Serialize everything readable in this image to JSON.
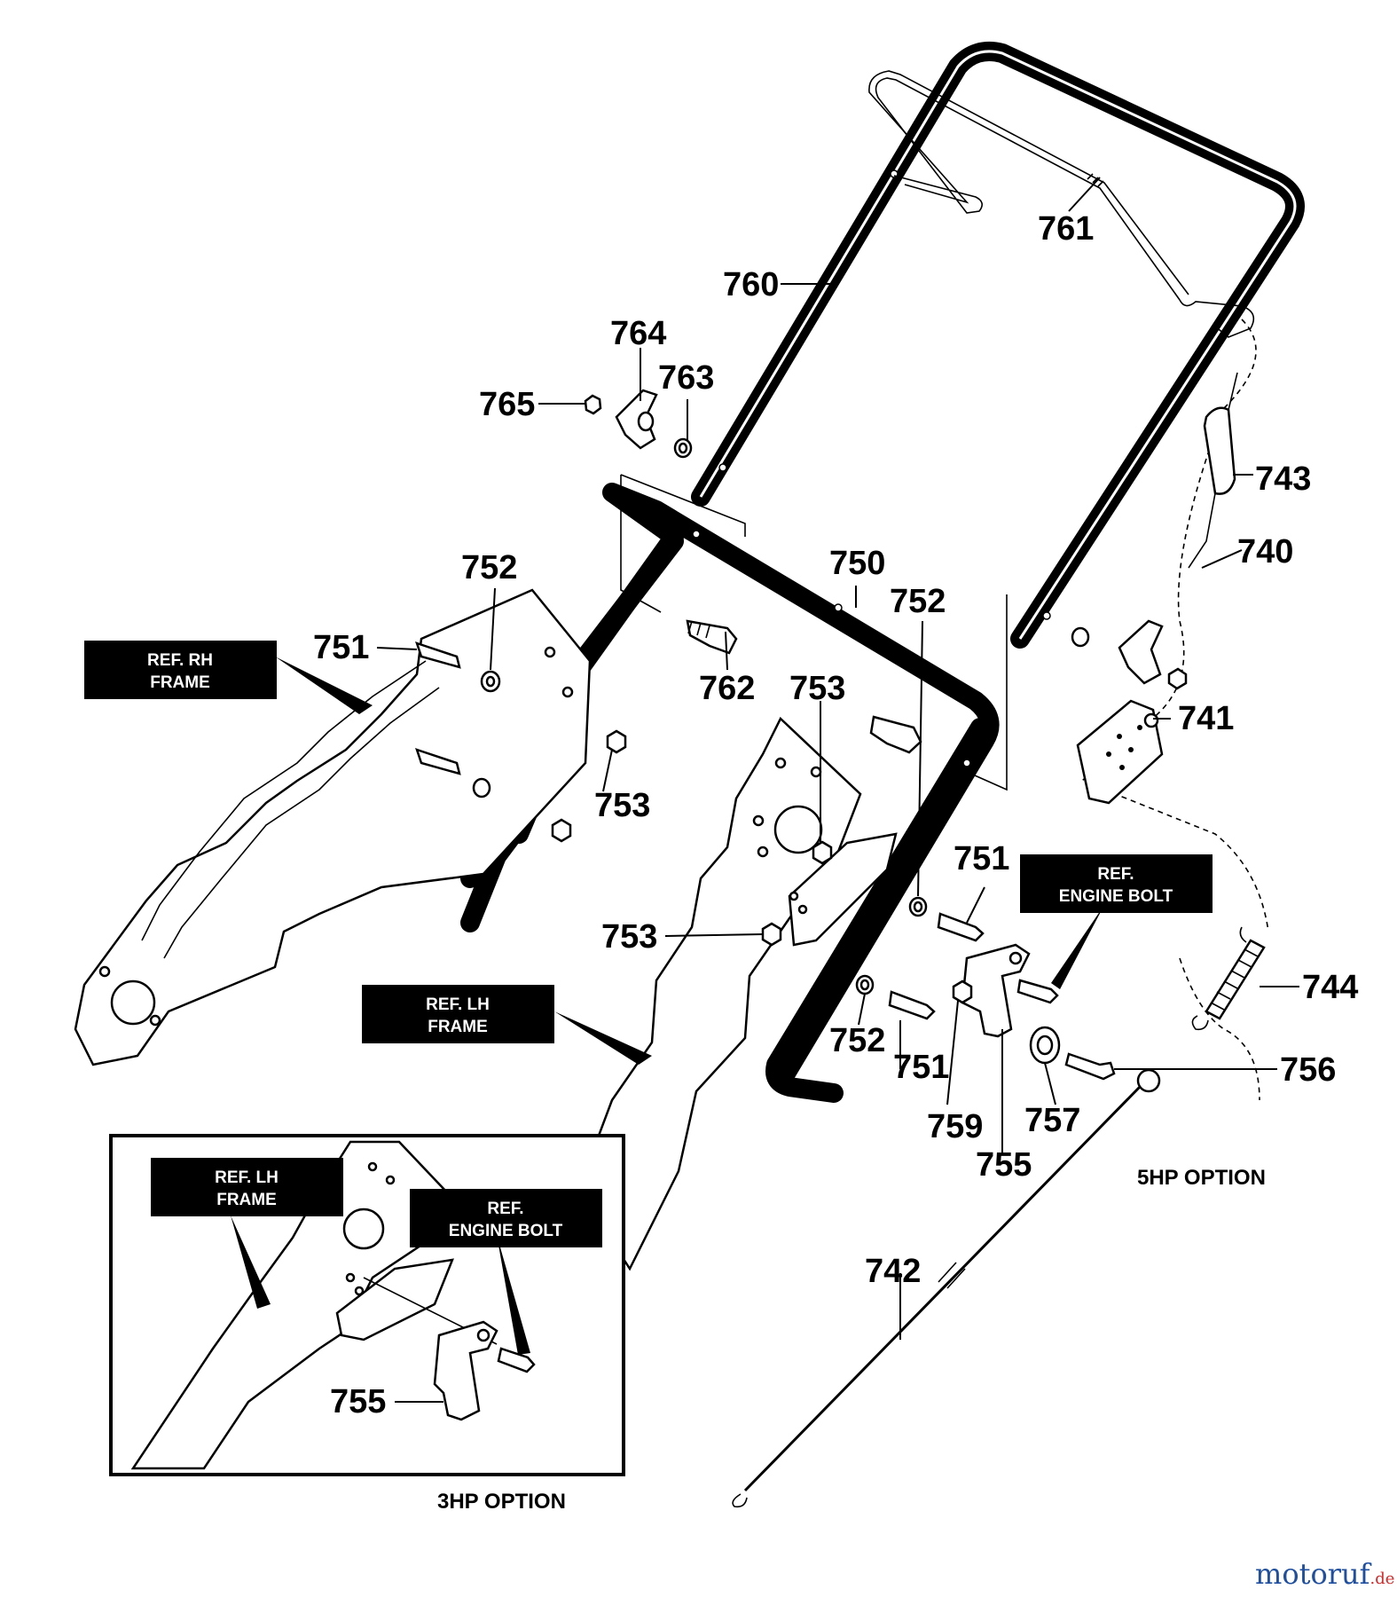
{
  "part_labels": {
    "p760": "760",
    "p761": "761",
    "p764": "764",
    "p763": "763",
    "p765": "765",
    "p743": "743",
    "p740": "740",
    "p750": "750",
    "p752a": "752",
    "p752b": "752",
    "p752c": "752",
    "p751a": "751",
    "p751b": "751",
    "p751c": "751",
    "p762": "762",
    "p753a": "753",
    "p753b": "753",
    "p753c": "753",
    "p741": "741",
    "p744": "744",
    "p756": "756",
    "p759": "759",
    "p757": "757",
    "p755a": "755",
    "p755b": "755",
    "p742": "742"
  },
  "ref_boxes": {
    "rh_frame": [
      "REF. RH",
      "FRAME"
    ],
    "lh_frame": [
      "REF. LH",
      "FRAME"
    ],
    "engine_bolt": [
      "REF.",
      "ENGINE BOLT"
    ],
    "inset_lh_frame": [
      "REF. LH",
      "FRAME"
    ],
    "inset_engine_bolt": [
      "REF.",
      "ENGINE BOLT"
    ]
  },
  "options": {
    "five_hp": "5HP OPTION",
    "three_hp": "3HP OPTION"
  },
  "watermark": {
    "name": "motoruf",
    "suffix": ".de"
  },
  "colors": {
    "line": "#000000",
    "ref_box_bg": "#000000",
    "ref_box_text": "#ffffff",
    "watermark_blue": "#1f4fa0",
    "watermark_red": "#d62828",
    "watermark_orange": "#f08a00",
    "watermark_green": "#2a9d3a"
  }
}
